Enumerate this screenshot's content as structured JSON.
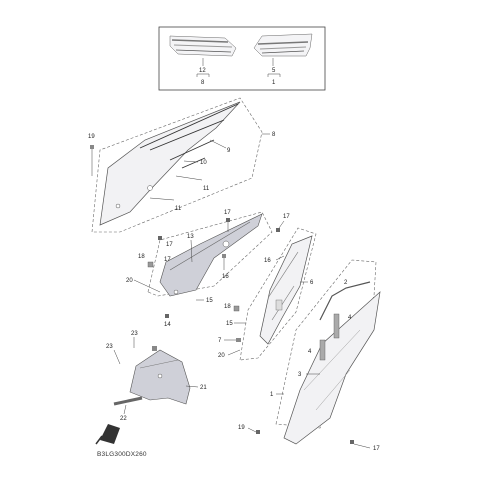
{
  "diagram": {
    "code": "B3LG300DX260",
    "inset_callouts": {
      "left_top": "12",
      "left_bottom": "8",
      "right_top": "5",
      "right_bottom": "1"
    },
    "callouts": {
      "c19a": "19",
      "c8": "8",
      "c9": "9",
      "c10": "10",
      "c11a": "11",
      "c11b": "11",
      "c17a": "17",
      "c17b": "17",
      "c17c": "17",
      "c17d": "17",
      "c13": "13",
      "c18a": "18",
      "c16a": "16",
      "c16b": "16",
      "c6": "6",
      "c20a": "20",
      "c15a": "15",
      "c14": "14",
      "c18b": "18",
      "c15b": "15",
      "c7": "7",
      "c20b": "20",
      "c23a": "23",
      "c23b": "23",
      "c21": "21",
      "c22": "22",
      "c2": "2",
      "c4a": "4",
      "c4b": "4",
      "c3": "3",
      "c1": "1",
      "c19b": "19",
      "c17e": "17"
    }
  }
}
